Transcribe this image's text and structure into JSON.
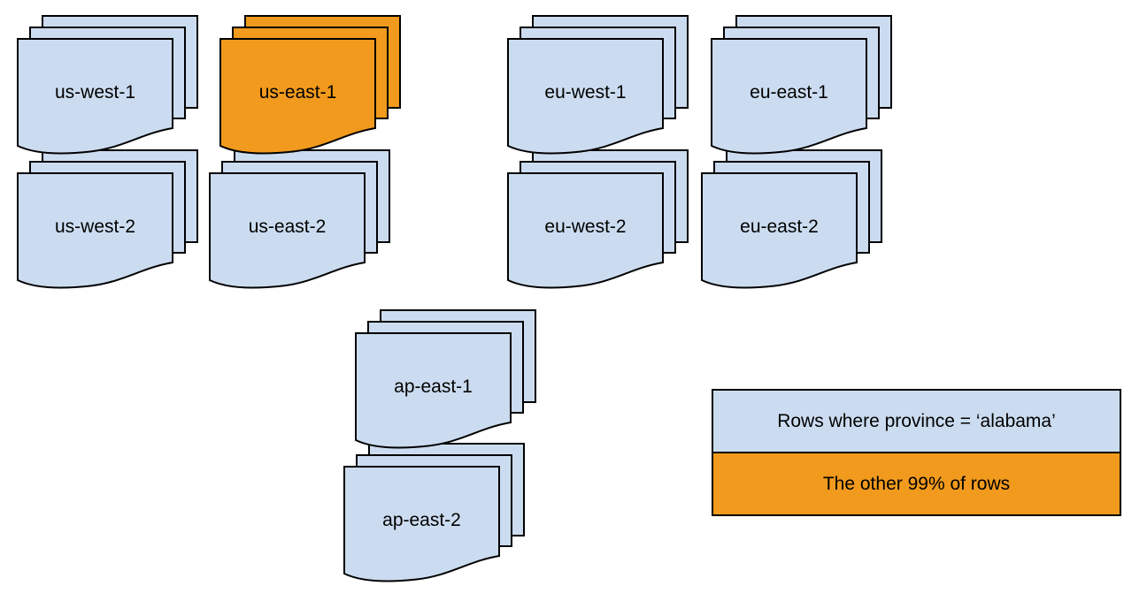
{
  "colors": {
    "doc_blue": "#ccdcf0",
    "highlight_orange": "#f19a1d",
    "outline": "#000000",
    "text": "#000000",
    "background": "#ffffff"
  },
  "stacks": [
    {
      "label": "us-west-1",
      "highlighted": false
    },
    {
      "label": "us-east-1",
      "highlighted": true
    },
    {
      "label": "eu-west-1",
      "highlighted": false
    },
    {
      "label": "eu-east-1",
      "highlighted": false
    },
    {
      "label": "us-west-2",
      "highlighted": false
    },
    {
      "label": "us-east-2",
      "highlighted": false
    },
    {
      "label": "eu-west-2",
      "highlighted": false
    },
    {
      "label": "eu-east-2",
      "highlighted": false
    },
    {
      "label": "ap-east-1",
      "highlighted": false
    },
    {
      "label": "ap-east-2",
      "highlighted": false
    }
  ],
  "legend": {
    "items": [
      {
        "label": "Rows where province = ‘alabama’",
        "color": "#ccdcf0"
      },
      {
        "label": "The other 99% of rows",
        "color": "#f19a1d"
      }
    ]
  }
}
